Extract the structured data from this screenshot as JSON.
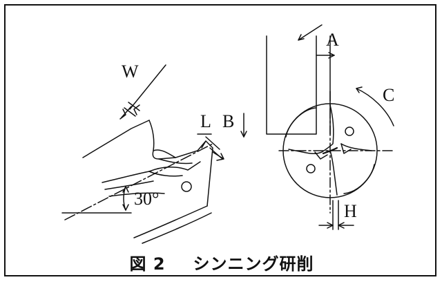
{
  "labels": {
    "w": "W",
    "l": "L",
    "b": "B",
    "angle": "30°",
    "a": "A",
    "c": "C",
    "h": "H"
  },
  "caption": {
    "figure_no": "図 2",
    "title": "シンニング研削"
  }
}
